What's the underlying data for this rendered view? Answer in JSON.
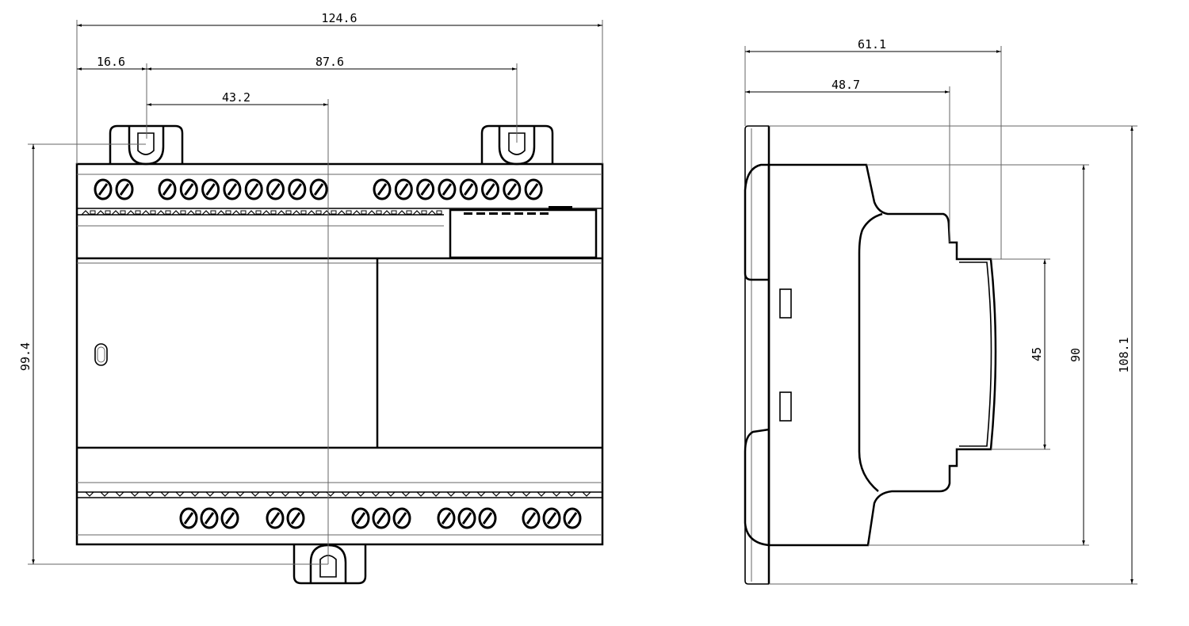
{
  "drawing": {
    "front_view": {
      "overall_width": "124.6",
      "mount_offset": "16.6",
      "mount_spacing": "87.6",
      "bottom_mount_offset": "43.2",
      "mount_height": "99.4"
    },
    "side_view": {
      "overall_depth": "61.1",
      "body_depth": "48.7",
      "din_rail_height": "45",
      "body_height": "90",
      "overall_height": "108.1"
    },
    "colors": {
      "line": "#000000",
      "background": "#ffffff"
    }
  }
}
